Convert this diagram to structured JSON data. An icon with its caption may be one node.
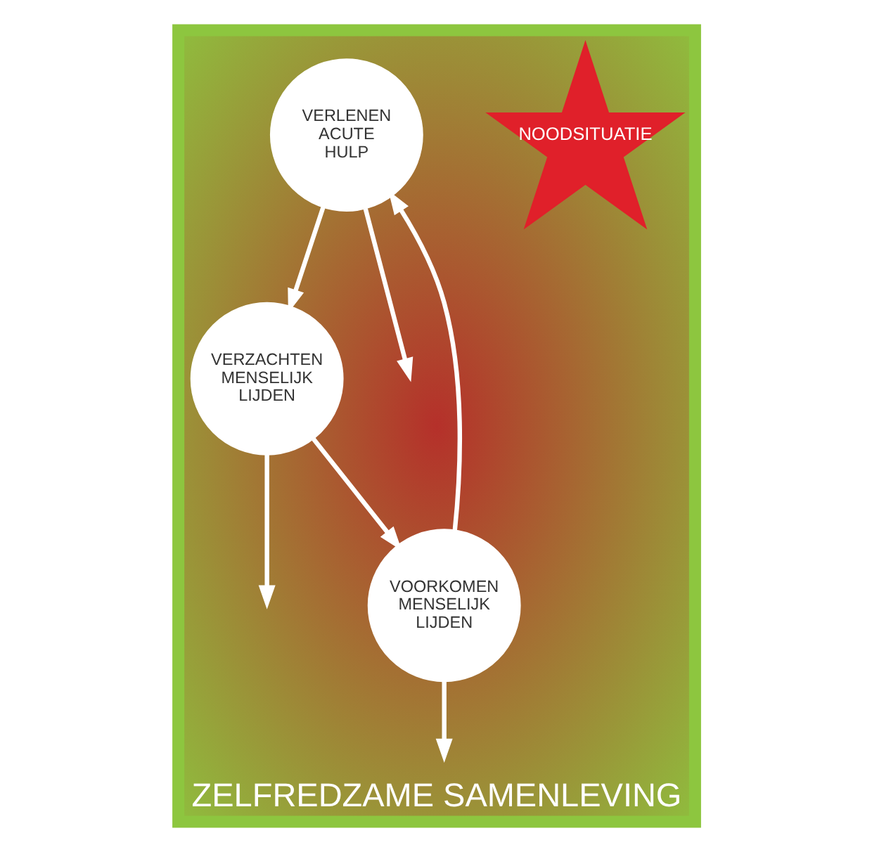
{
  "diagram": {
    "nodes": [
      {
        "text": [
          "ZELFREDZAME SAMENLEVING"
        ]
      },
      {
        "text": [
          "NOODSITUATIE"
        ],
        "in": 0
      },
      {
        "text": [
          "VERLENEN ACUTE HULP"
        ],
        "in": 0
      },
      {
        "text": [
          "VERZACHTEN MENSELIJK LIJDEN"
        ],
        "in": 0
      },
      {
        "text": [
          "VOORKOMEN MENSELIJK LIJDEN"
        ],
        "in": 0
      }
    ],
    "edges": [
      {
        "from": 2,
        "to": 3,
        "arrow": "to"
      },
      {
        "from": 3,
        "to": 4,
        "arrow": "to"
      },
      {
        "from": 4,
        "to": 2,
        "arrow": "to"
      },
      {
        "from": 2,
        "to": null,
        "arrow": "to"
      },
      {
        "from": 3,
        "to": null,
        "arrow": "to"
      },
      {
        "from": 4,
        "to": null,
        "arrow": "to"
      }
    ]
  }
}
